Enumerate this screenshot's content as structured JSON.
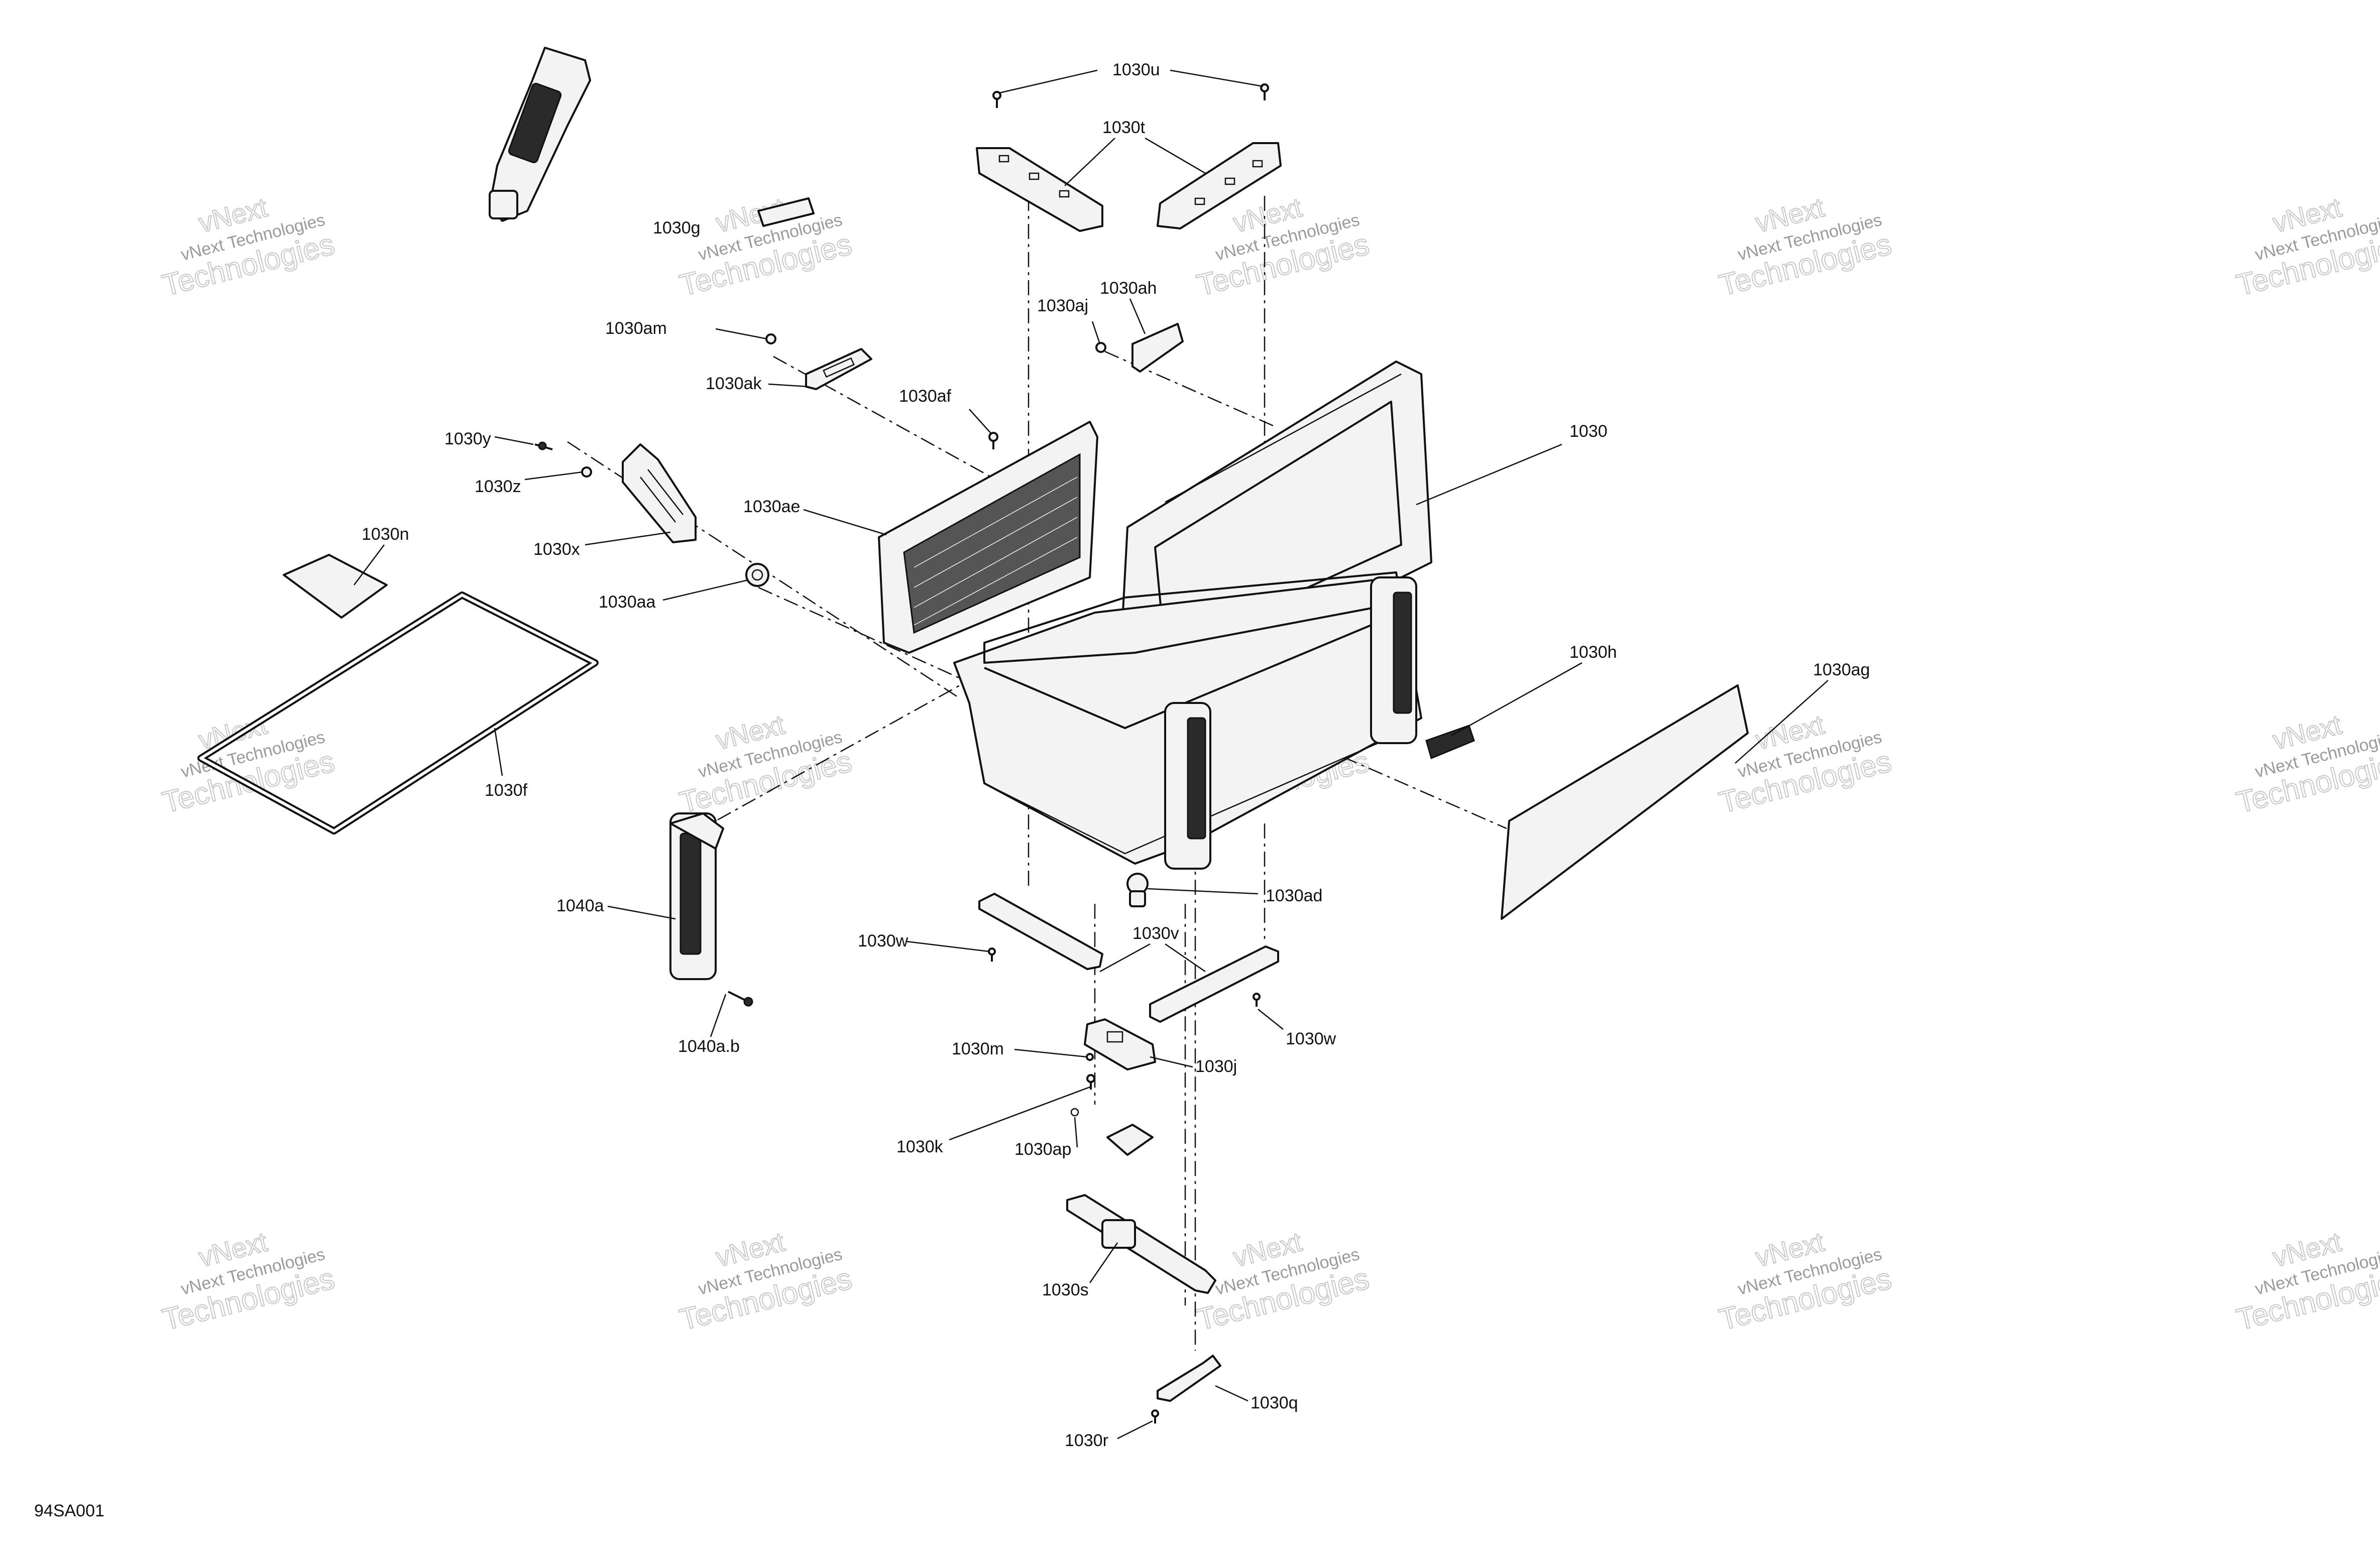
{
  "diagram": {
    "reference_code": "94SA001",
    "watermark": {
      "line_top": "vNext",
      "line_mid": "vNext Technologies",
      "line_bottom": "Technologies"
    },
    "callouts": [
      {
        "id": "1030u",
        "text": "1030u"
      },
      {
        "id": "1030t",
        "text": "1030t"
      },
      {
        "id": "1030g",
        "text": "1030g"
      },
      {
        "id": "1030ah",
        "text": "1030ah"
      },
      {
        "id": "1030aj",
        "text": "1030aj"
      },
      {
        "id": "1030am",
        "text": "1030am"
      },
      {
        "id": "1030ak",
        "text": "1030ak"
      },
      {
        "id": "1030af",
        "text": "1030af"
      },
      {
        "id": "1030",
        "text": "1030"
      },
      {
        "id": "1030y",
        "text": "1030y"
      },
      {
        "id": "1030z",
        "text": "1030z"
      },
      {
        "id": "1030ae",
        "text": "1030ae"
      },
      {
        "id": "1030n",
        "text": "1030n"
      },
      {
        "id": "1030x",
        "text": "1030x"
      },
      {
        "id": "1030aa",
        "text": "1030aa"
      },
      {
        "id": "1030h",
        "text": "1030h"
      },
      {
        "id": "1030ag",
        "text": "1030ag"
      },
      {
        "id": "1030f",
        "text": "1030f"
      },
      {
        "id": "1040a",
        "text": "1040a"
      },
      {
        "id": "1030ad",
        "text": "1030ad"
      },
      {
        "id": "1030w_left",
        "text": "1030w"
      },
      {
        "id": "1030v",
        "text": "1030v"
      },
      {
        "id": "1030w_right",
        "text": "1030w"
      },
      {
        "id": "1040ab",
        "text": "1040a.b"
      },
      {
        "id": "1030m",
        "text": "1030m"
      },
      {
        "id": "1030j",
        "text": "1030j"
      },
      {
        "id": "1030k",
        "text": "1030k"
      },
      {
        "id": "1030ap",
        "text": "1030ap"
      },
      {
        "id": "1030s",
        "text": "1030s"
      },
      {
        "id": "1030q",
        "text": "1030q"
      },
      {
        "id": "1030r",
        "text": "1030r"
      }
    ]
  }
}
